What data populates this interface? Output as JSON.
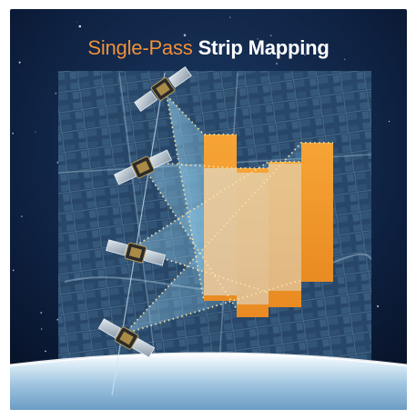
{
  "title": {
    "prefix": "Single-Pass",
    "main": "Strip Mapping"
  },
  "colors": {
    "space_background": "#0b1a33",
    "title_prefix": "#f0903a",
    "title_main": "#ffffff",
    "strip_fill": "#f29a2e",
    "strip_overlay": "#cfe6f3",
    "beam_fill": "#7fc3e6",
    "footprint_dots": "#f6e1a8",
    "earth_limb": "#dcecf6"
  },
  "diagram": {
    "satellite_count": 4,
    "strip_count": 4,
    "icons": [
      "satellite-icon",
      "city-map-image",
      "earth-horizon"
    ]
  }
}
